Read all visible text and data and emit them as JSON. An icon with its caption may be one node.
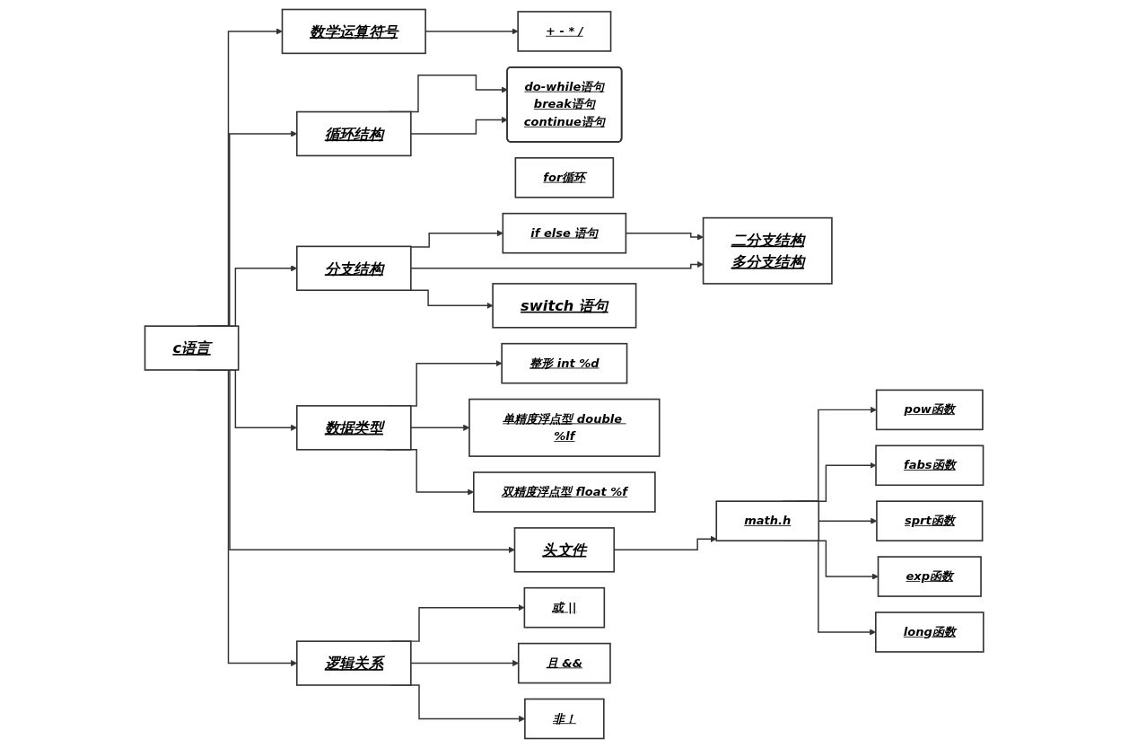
{
  "diagram": {
    "nodes": [
      {
        "text": [
          "c语言"
        ]
      },
      {
        "text": [
          "数学运算符号"
        ]
      },
      {
        "text": [
          "+ - * /"
        ]
      },
      {
        "text": [
          "循环结构"
        ]
      },
      {
        "text": [
          "for循环"
        ]
      },
      {
        "text": [
          "do-while语句",
          "break语句",
          "continue语句"
        ]
      },
      {
        "text": [
          "分支结构"
        ]
      },
      {
        "text": [
          "if else 语句"
        ]
      },
      {
        "text": [
          "switch 语句"
        ]
      },
      {
        "text": [
          "二分支结构",
          "多分支结构"
        ]
      },
      {
        "text": [
          "数据类型"
        ]
      },
      {
        "text": [
          "整形 int %d"
        ]
      },
      {
        "text": [
          "单精度浮点型 double %lf"
        ]
      },
      {
        "text": [
          "双精度浮点型 float %f"
        ]
      },
      {
        "text": [
          "头文件"
        ]
      },
      {
        "text": [
          "math.h"
        ]
      },
      {
        "text": [
          "pow函数"
        ]
      },
      {
        "text": [
          "fabs函数"
        ]
      },
      {
        "text": [
          "sprt函数"
        ]
      },
      {
        "text": [
          "exp函数"
        ]
      },
      {
        "text": [
          "long函数"
        ]
      },
      {
        "text": [
          "逻辑关系"
        ]
      },
      {
        "text": [
          "或 ||"
        ]
      },
      {
        "text": [
          "且 &&"
        ]
      },
      {
        "text": [
          "非！"
        ]
      }
    ],
    "edges": [
      {
        "from": 0,
        "to": 1,
        "arrow": "to"
      },
      {
        "from": 1,
        "to": 2,
        "arrow": "to"
      },
      {
        "from": 0,
        "to": 3,
        "arrow": "to"
      },
      {
        "from": 3,
        "to": 5,
        "arrow": "to"
      },
      {
        "from": 3,
        "to": 5,
        "arrow": "to"
      },
      {
        "from": 0,
        "to": 6,
        "arrow": "to"
      },
      {
        "from": 6,
        "to": 7,
        "arrow": "to"
      },
      {
        "from": 6,
        "to": 9,
        "arrow": "to"
      },
      {
        "from": 7,
        "to": 9,
        "arrow": "to"
      },
      {
        "from": 6,
        "to": 8,
        "arrow": "to"
      },
      {
        "from": 0,
        "to": 10,
        "arrow": "to"
      },
      {
        "from": 10,
        "to": 11,
        "arrow": "to"
      },
      {
        "from": 10,
        "to": 12,
        "arrow": "to"
      },
      {
        "from": 10,
        "to": 13,
        "arrow": "to"
      },
      {
        "from": 0,
        "to": 14,
        "arrow": "to"
      },
      {
        "from": 14,
        "to": 15,
        "arrow": "to"
      },
      {
        "from": 15,
        "to": 16,
        "arrow": "to"
      },
      {
        "from": 15,
        "to": 17,
        "arrow": "to"
      },
      {
        "from": 15,
        "to": 18,
        "arrow": "to"
      },
      {
        "from": 15,
        "to": 19,
        "arrow": "to"
      },
      {
        "from": 15,
        "to": 20,
        "arrow": "to"
      },
      {
        "from": 0,
        "to": 21,
        "arrow": "to"
      },
      {
        "from": 21,
        "to": 22,
        "arrow": "to"
      },
      {
        "from": 21,
        "to": 23,
        "arrow": "to"
      },
      {
        "from": 21,
        "to": 24,
        "arrow": "to"
      }
    ]
  }
}
